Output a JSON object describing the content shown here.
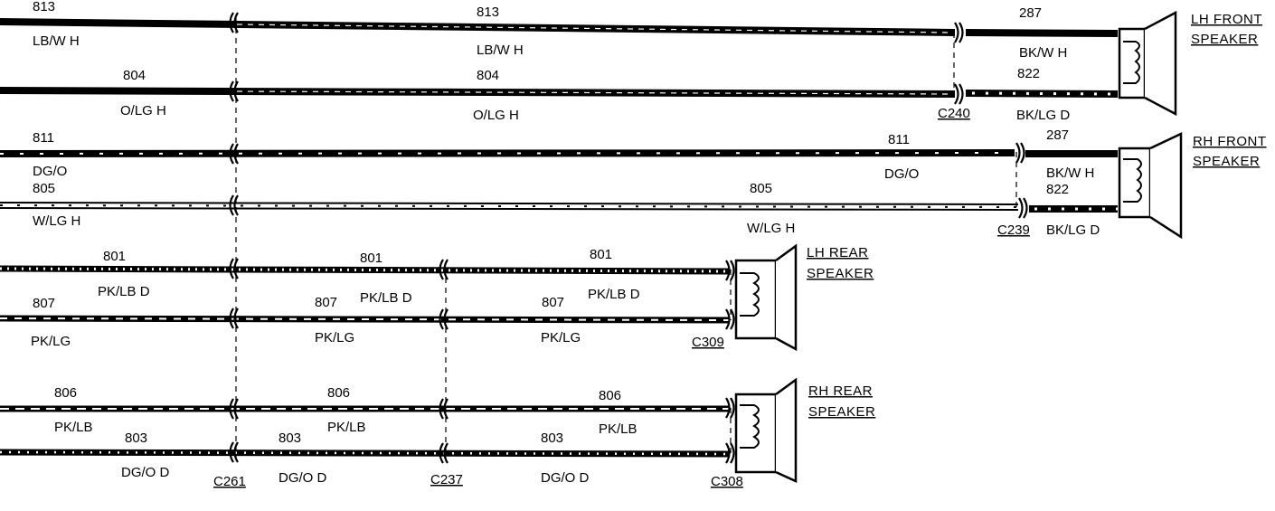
{
  "colors": {
    "wire": "#000000",
    "background": "#ffffff"
  },
  "speakers": {
    "lh_front": {
      "line1": "LH FRONT",
      "line2": "SPEAKER"
    },
    "rh_front": {
      "line1": "RH FRONT",
      "line2": "SPEAKER"
    },
    "lh_rear": {
      "line1": "LH REAR",
      "line2": "SPEAKER"
    },
    "rh_rear": {
      "line1": "RH REAR",
      "line2": "SPEAKER"
    }
  },
  "connectors": {
    "c240": "C240",
    "c239": "C239",
    "c309": "C309",
    "c261": "C261",
    "c237": "C237",
    "c308": "C308"
  },
  "circuits": {
    "w813": {
      "left_num": "813",
      "left_color": "LB/W H",
      "mid_num": "813",
      "mid_color": "LB/W H",
      "right_num": "287",
      "right_color": "BK/W H"
    },
    "w804": {
      "left_num": "804",
      "left_color": "O/LG H",
      "mid_num": "804",
      "mid_color": "O/LG H",
      "right_num": "822",
      "right_color": "BK/LG D"
    },
    "w811": {
      "left_num": "811",
      "left_color": "DG/O",
      "mid_num": "811",
      "mid_color": "DG/O",
      "right_num": "287",
      "right_color": "BK/W H"
    },
    "w805": {
      "left_num": "805",
      "left_color": "W/LG H",
      "mid_num": "805",
      "mid_color": "W/LG H",
      "right_num": "822",
      "right_color": "BK/LG D"
    },
    "w801": {
      "a_num": "801",
      "a_color": "PK/LB D",
      "b_num": "801",
      "b_color": "PK/LB D",
      "c_num": "801",
      "c_color": "PK/LB D"
    },
    "w807": {
      "a_num": "807",
      "a_color": "PK/LG",
      "b_num": "807",
      "b_color": "PK/LG",
      "c_num": "807",
      "c_color": "PK/LG"
    },
    "w806": {
      "a_num": "806",
      "a_color": "PK/LB",
      "b_num": "806",
      "b_color": "PK/LB",
      "c_num": "806",
      "c_color": "PK/LB"
    },
    "w803": {
      "a_num": "803",
      "a_color": "DG/O D",
      "b_num": "803",
      "b_color": "DG/O D",
      "c_num": "803",
      "c_color": "DG/O D"
    }
  }
}
